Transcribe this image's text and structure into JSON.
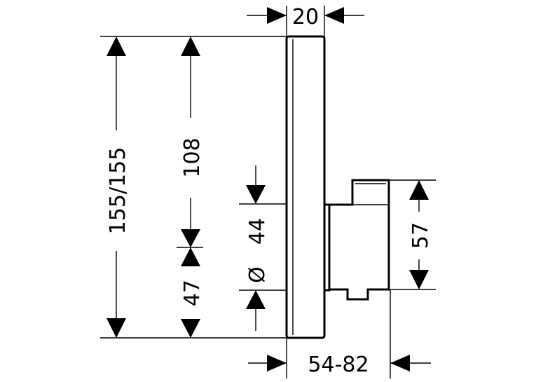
{
  "dimensions": {
    "width_top": "20",
    "total_height": "155/155",
    "upper_height": "108",
    "lower_height": "47",
    "diameter_value": "44",
    "diameter_symbol": "Ø",
    "body_height": "57",
    "depth_range": "54-82"
  },
  "colors": {
    "line": "#000000",
    "background": "#ffffff"
  }
}
